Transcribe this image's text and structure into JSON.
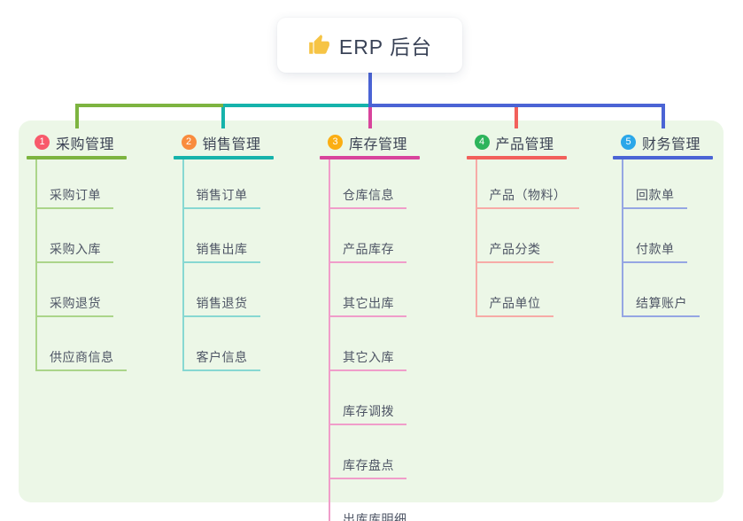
{
  "root": {
    "label": "ERP 后台",
    "icon": "thumbs-up-icon"
  },
  "colors": {
    "panel_bg": "#ecf7e7",
    "root_line": "#4b64d5",
    "root_bg": "#ffffff",
    "root_text": "#3a4357",
    "branch_text": "#3c4354",
    "child_text": "#4e5565",
    "thumb_icon": "#f6c445"
  },
  "branches": [
    {
      "number": "1",
      "label": "采购管理",
      "badge_color": "#f85a6b",
      "line_color": "#7db440",
      "child_line_color": "#abd58a",
      "children": [
        "采购订单",
        "采购入库",
        "采购退货",
        "供应商信息"
      ]
    },
    {
      "number": "2",
      "label": "销售管理",
      "badge_color": "#f98c3e",
      "line_color": "#16b3ab",
      "child_line_color": "#87d8d2",
      "children": [
        "销售订单",
        "销售出库",
        "销售退货",
        "客户信息"
      ]
    },
    {
      "number": "3",
      "label": "库存管理",
      "badge_color": "#fbae13",
      "line_color": "#d8449c",
      "child_line_color": "#f09dca",
      "children": [
        "仓库信息",
        "产品库存",
        "其它出库",
        "其它入库",
        "库存调拨",
        "库存盘点",
        "出库库明细"
      ]
    },
    {
      "number": "4",
      "label": "产品管理",
      "badge_color": "#2db45b",
      "line_color": "#f2605b",
      "child_line_color": "#f7aba7",
      "children": [
        "产品（物料）",
        "产品分类",
        "产品单位"
      ]
    },
    {
      "number": "5",
      "label": "财务管理",
      "badge_color": "#2ba7e9",
      "line_color": "#4b64d5",
      "child_line_color": "#95a6e3",
      "children": [
        "回款单",
        "付款单",
        "结算账户"
      ]
    }
  ]
}
